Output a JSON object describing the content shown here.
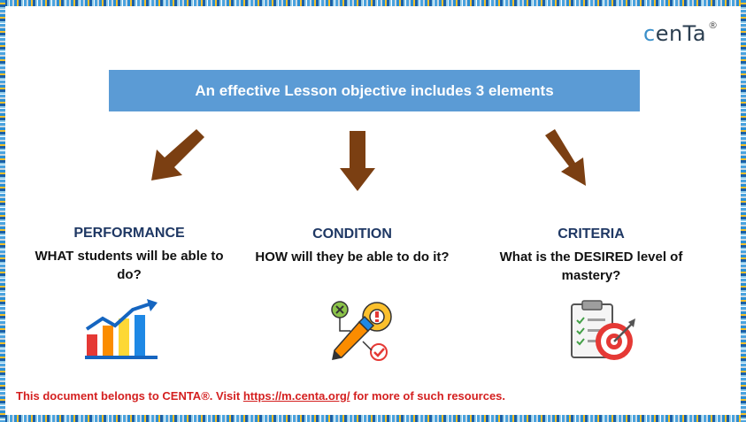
{
  "logo": {
    "text_c": "c",
    "text_rest": "enTa",
    "reg": "®"
  },
  "banner": {
    "title": "An effective Lesson objective includes 3 elements"
  },
  "columns": [
    {
      "heading": "PERFORMANCE",
      "question": "WHAT students will be able to do?"
    },
    {
      "heading": "CONDITION",
      "question": "HOW will they be able to do it?"
    },
    {
      "heading": "CRITERIA",
      "question": "What is the DESIRED level of mastery?"
    }
  ],
  "icons": [
    "bar-chart-growth-icon",
    "pencil-gear-checklist-icon",
    "clipboard-target-icon"
  ],
  "footer": {
    "prefix": "This document belongs to CENTA®. Visit ",
    "link": "https://m.centa.org/",
    "suffix": " for more of such resources."
  },
  "colors": {
    "banner": "#5b9bd5",
    "arrow": "#7b3f12",
    "heading": "#1f3864",
    "footer": "#d42020"
  }
}
